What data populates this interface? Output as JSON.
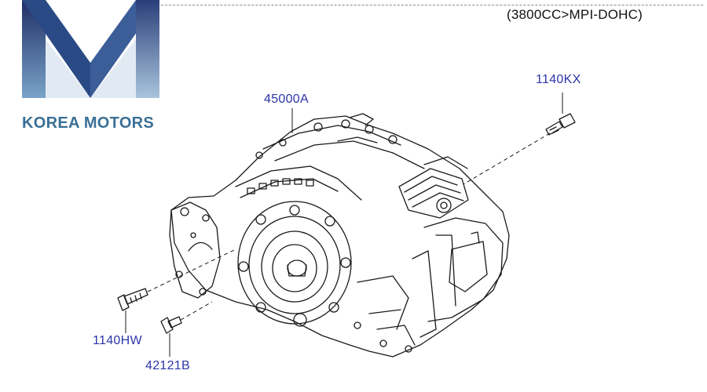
{
  "header": {
    "engine_note": "(3800CC>MPI-DOHC)"
  },
  "logo": {
    "brand_text": "KOREA MOTORS"
  },
  "callouts": {
    "transaxle_assembly": "45000A",
    "bolt_upper": "1140KX",
    "bolt_lower": "1140HW",
    "plug_lower": "42121B"
  },
  "colors": {
    "callout_text": "#2b35a8",
    "logo_navy": "#2a3f7a",
    "logo_light": "#6f9ac0",
    "brand_text": "#3a6f96",
    "line_art": "#1a1a1a"
  }
}
